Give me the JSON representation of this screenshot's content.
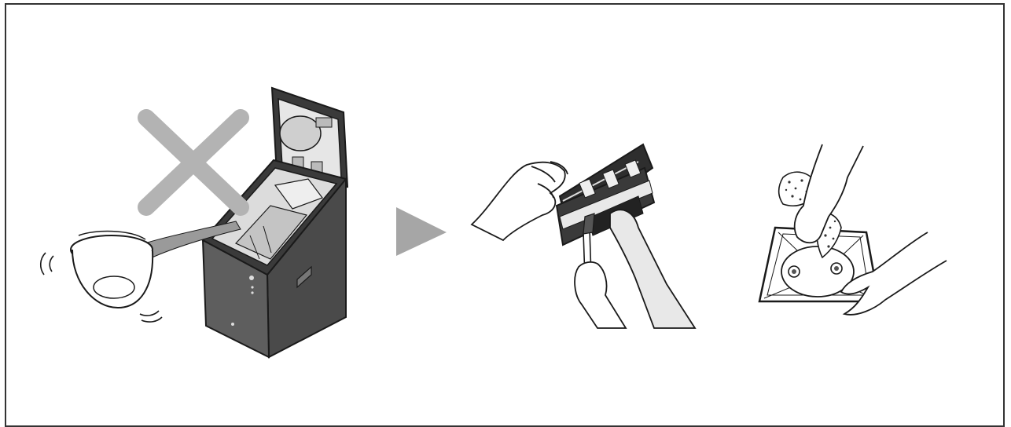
{
  "diagram": {
    "panels": [
      {
        "id": "dont-pour-water",
        "prohibited": true
      },
      {
        "id": "wipe-lid-filter"
      },
      {
        "id": "wipe-inner-plate"
      }
    ],
    "arrow": {
      "direction": "right"
    },
    "colors": {
      "line": "#1a1a1a",
      "device_body": "#555555",
      "device_dark": "#3a3a3a",
      "device_inner": "#d9d9d9",
      "prohibit_mark": "#b3b3b3",
      "water": "#9a9a9a",
      "hand_fill": "#ffffff",
      "arm_fill": "#e8e8e8",
      "arrow": "#a6a6a6"
    }
  }
}
